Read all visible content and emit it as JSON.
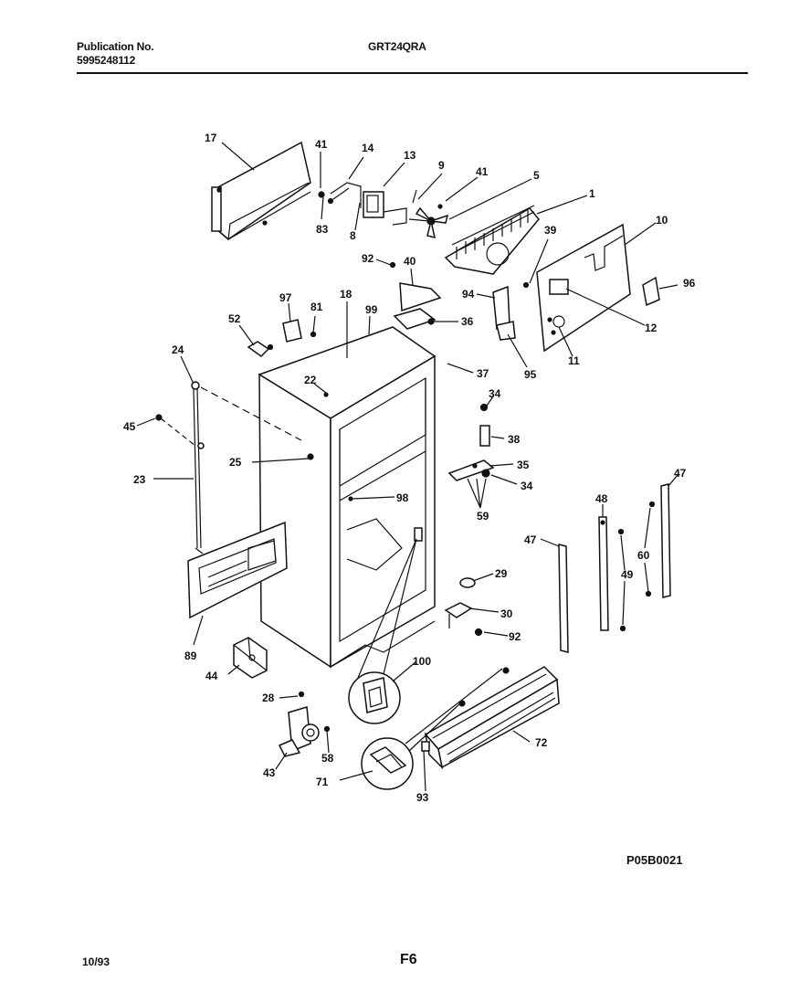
{
  "header": {
    "publication_label": "Publication No.",
    "publication_number": "5995248112",
    "model": "GRT24QRA"
  },
  "footer": {
    "date": "10/93",
    "page": "F6",
    "figure_code": "P05B0021"
  },
  "callouts": [
    "17",
    "41",
    "14",
    "13",
    "9",
    "41",
    "5",
    "1",
    "83",
    "8",
    "39",
    "10",
    "92",
    "40",
    "96",
    "94",
    "12",
    "97",
    "81",
    "18",
    "99",
    "36",
    "52",
    "11",
    "95",
    "24",
    "37",
    "22",
    "34",
    "45",
    "38",
    "25",
    "35",
    "34",
    "23",
    "98",
    "47",
    "48",
    "59",
    "47",
    "29",
    "60",
    "49",
    "30",
    "92",
    "89",
    "100",
    "44",
    "28",
    "72",
    "58",
    "43",
    "71",
    "93"
  ]
}
